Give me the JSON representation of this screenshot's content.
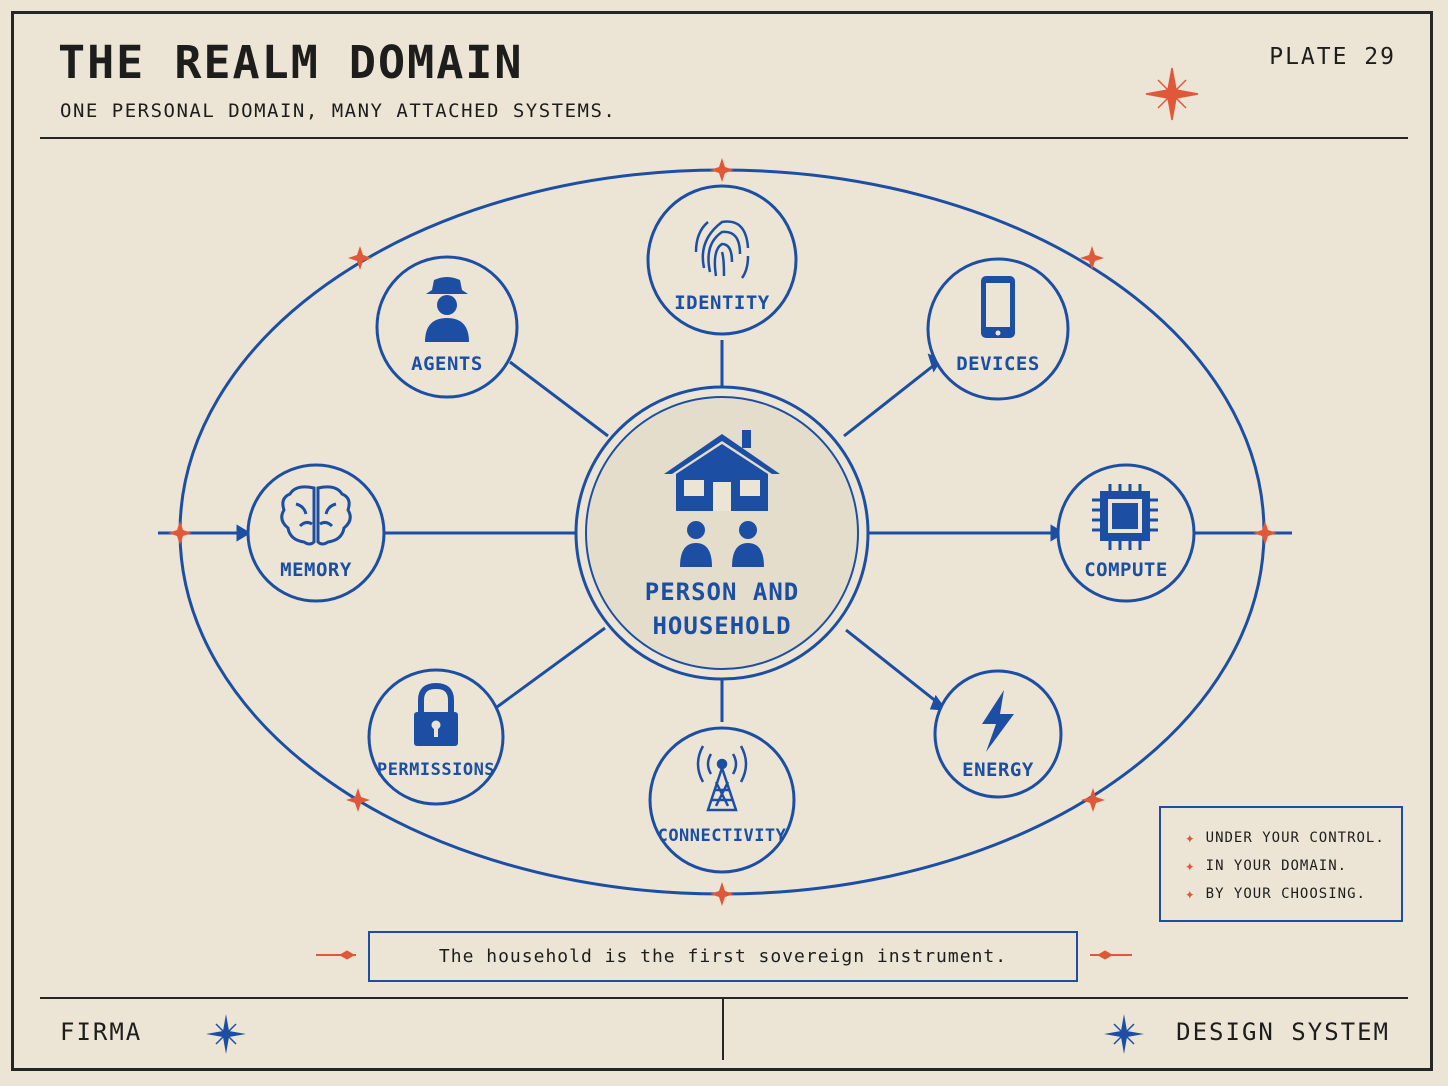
{
  "header": {
    "title": "THE REALM DOMAIN",
    "subtitle": "ONE PERSONAL DOMAIN, MANY ATTACHED SYSTEMS.",
    "plate": "PLATE 29"
  },
  "center": {
    "line1": "PERSON AND",
    "line2": "HOUSEHOLD",
    "icon": "house-people-icon"
  },
  "nodes": {
    "identity": {
      "label": "IDENTITY",
      "icon": "fingerprint-icon"
    },
    "agents": {
      "label": "AGENTS",
      "icon": "agent-icon"
    },
    "devices": {
      "label": "DEVICES",
      "icon": "smartphone-icon"
    },
    "memory": {
      "label": "MEMORY",
      "icon": "brain-icon"
    },
    "compute": {
      "label": "COMPUTE",
      "icon": "chip-icon"
    },
    "permissions": {
      "label": "PERMISSIONS",
      "icon": "padlock-icon"
    },
    "connectivity": {
      "label": "CONNECTIVITY",
      "icon": "antenna-icon"
    },
    "energy": {
      "label": "ENERGY",
      "icon": "lightning-icon"
    }
  },
  "legend": {
    "items": [
      "UNDER YOUR CONTROL.",
      "IN YOUR DOMAIN.",
      "BY YOUR CHOOSING."
    ]
  },
  "quote": "The household is the first sovereign instrument.",
  "footer": {
    "left": "FIRMA",
    "right": "DESIGN SYSTEM"
  },
  "colors": {
    "blue": "#1c4fa3",
    "accent": "#e0583a",
    "ink": "#1d1d1b",
    "paper": "#ece5d6"
  }
}
